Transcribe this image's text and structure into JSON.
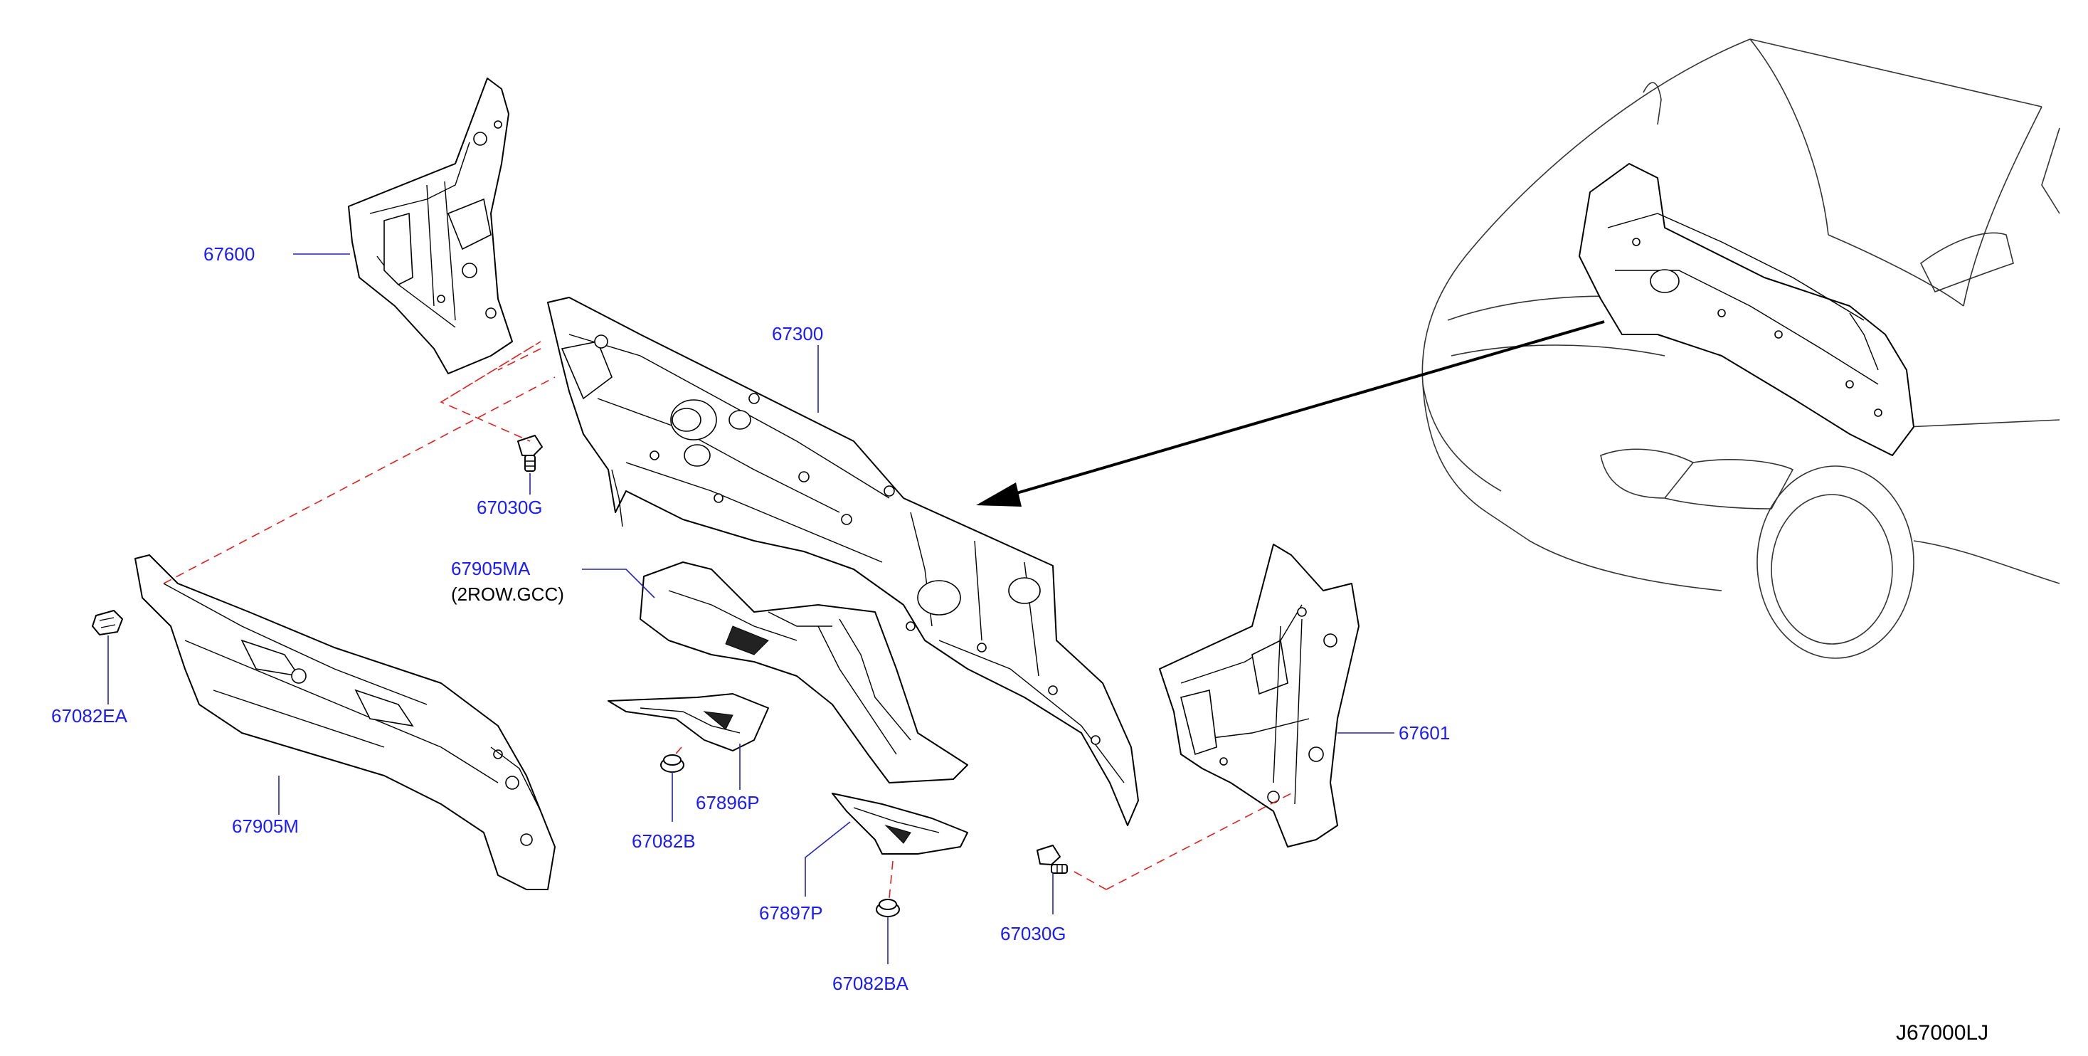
{
  "labels": {
    "p67600": "67600",
    "p67300": "67300",
    "p67030G_top": "67030G",
    "p67905MA": "67905MA",
    "p67905MA_note": "(2ROW.GCC)",
    "p67082EA": "67082EA",
    "p67905M": "67905M",
    "p67896P": "67896P",
    "p67082B": "67082B",
    "p67897P": "67897P",
    "p67082BA": "67082BA",
    "p67030G_bottom": "67030G",
    "p67601": "67601"
  },
  "diagram_code": "J67000LJ",
  "colors": {
    "part_label": "#1a1aff",
    "leader_line": "#2222bb",
    "dashed_guide": "#e02020"
  }
}
